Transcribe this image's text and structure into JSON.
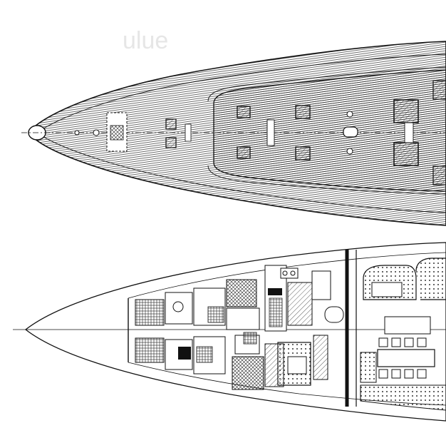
{
  "drawing": {
    "views": [
      {
        "id": "deck-plan",
        "kind": "plan view, upper deck"
      },
      {
        "id": "lower-deck-layout",
        "kind": "plan view, accommodation deck"
      }
    ],
    "faint_watermark_text": "ulue",
    "colors": {
      "line": "#111111",
      "background": "#ffffff",
      "watermark": "#e6e6e6"
    }
  }
}
